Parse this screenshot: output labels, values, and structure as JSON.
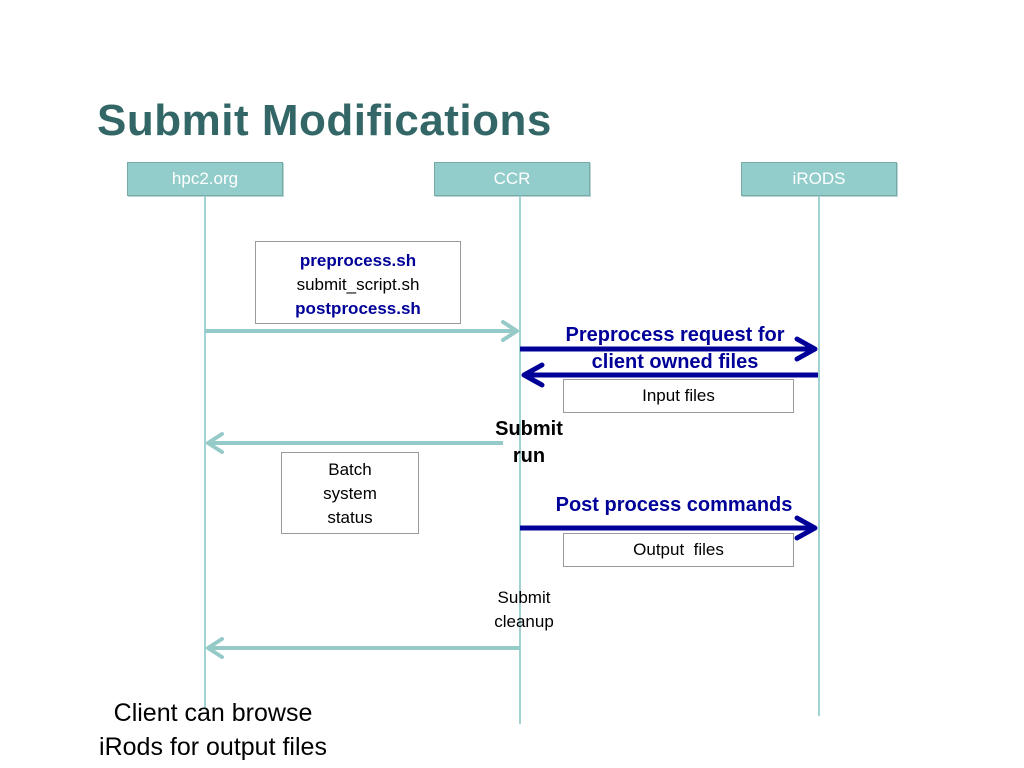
{
  "title": "Submit Modifications",
  "actors": {
    "hpc2": "hpc2.org",
    "ccr": "CCR",
    "irods": "iRODS"
  },
  "scripts_box": {
    "line1": "preprocess.sh",
    "line2": "submit_script.sh",
    "line3": "postprocess.sh"
  },
  "messages": {
    "preprocess_request": "Preprocess request for client owned files",
    "input_files": "Input files",
    "submit_run": "Submit run",
    "batch_status": "Batch system status",
    "post_process_commands": "Post process commands",
    "output_files": "Output  files",
    "submit_cleanup": "Submit cleanup"
  },
  "footer_note": "Client can browse iRods for output files",
  "colors": {
    "title": "#336666",
    "actor_fill": "#92cdcb",
    "lifeline": "#9fd2d1",
    "light_arrow": "#96cac8",
    "dark_arrow": "#000099"
  }
}
